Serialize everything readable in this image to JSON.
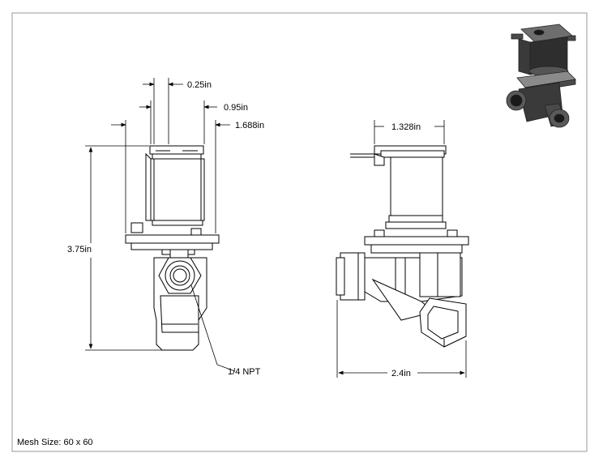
{
  "dimensions": {
    "d1": "0.25in",
    "d2": "0.95in",
    "d3": "1.688in",
    "height": "3.75in",
    "side_top": "1.328in",
    "side_width": "2.4in",
    "thread_callout": "1/4 NPT"
  },
  "footer": {
    "mesh_size": "Mesh Size: 60 x 60"
  },
  "colors": {
    "line": "#000000",
    "border": "#9a9a9a",
    "iso_dark": "#3a3a3a",
    "iso_mid": "#6e6e6e",
    "iso_light": "#b5b5b5"
  }
}
